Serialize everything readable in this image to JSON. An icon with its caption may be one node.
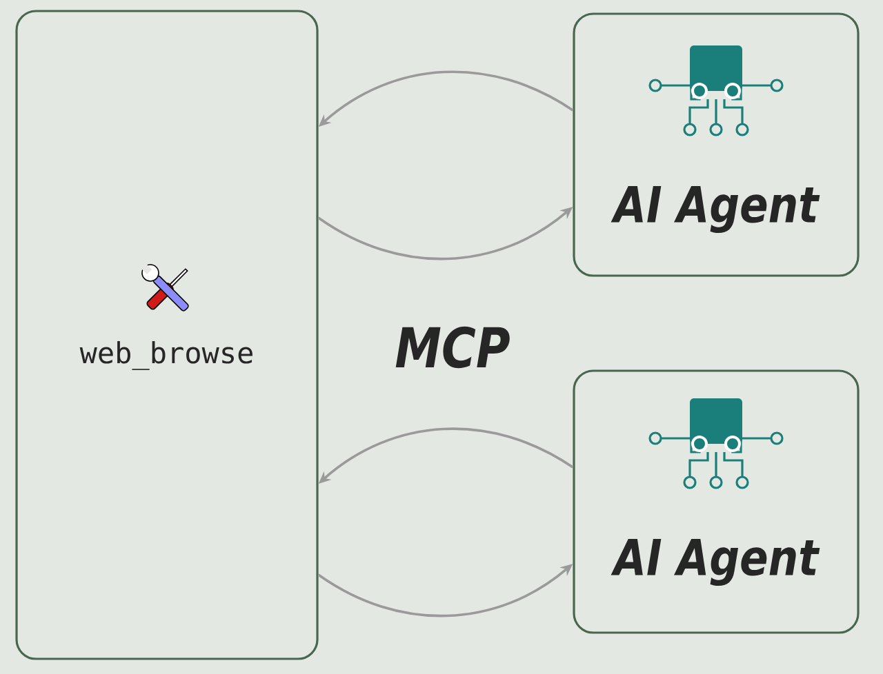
{
  "diagram": {
    "nodes": [
      {
        "text": [
          "web_browse"
        ]
      },
      {
        "text": [
          "AI Agent"
        ]
      },
      {
        "text": [
          "AI Agent"
        ]
      }
    ],
    "edges": [
      {
        "from": 1,
        "to": 0,
        "arrow": "to"
      },
      {
        "from": 0,
        "to": 1,
        "arrow": "to"
      },
      {
        "from": 2,
        "to": 0,
        "arrow": "to"
      },
      {
        "from": 0,
        "to": 2,
        "arrow": "to"
      }
    ],
    "labels": [
      "MCP"
    ]
  }
}
